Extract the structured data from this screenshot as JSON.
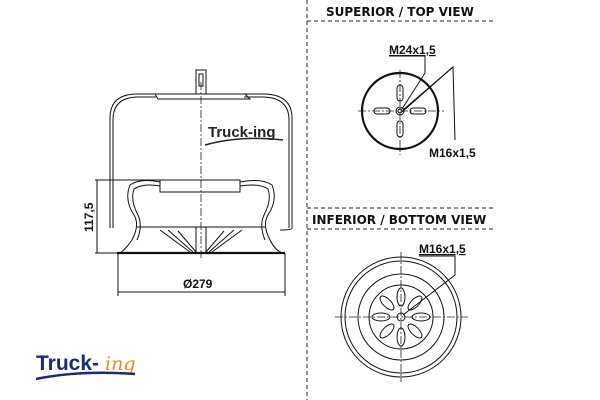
{
  "top_view": {
    "title": "SUPERIOR / TOP VIEW",
    "thread_center": "M24x1,5",
    "thread_studs": "M16x1,5"
  },
  "bottom_view": {
    "title": "INFERIOR / BOTTOM VIEW",
    "thread": "M16x1,5"
  },
  "side_view": {
    "height_dim": "117,5",
    "diameter_dim": "Ø279",
    "watermark": "Truck-ing"
  },
  "logo": {
    "part1": "Truck-",
    "part2": "ing",
    "colors": {
      "primary": "#1c2a7a",
      "accent": "#f08a1c"
    }
  }
}
